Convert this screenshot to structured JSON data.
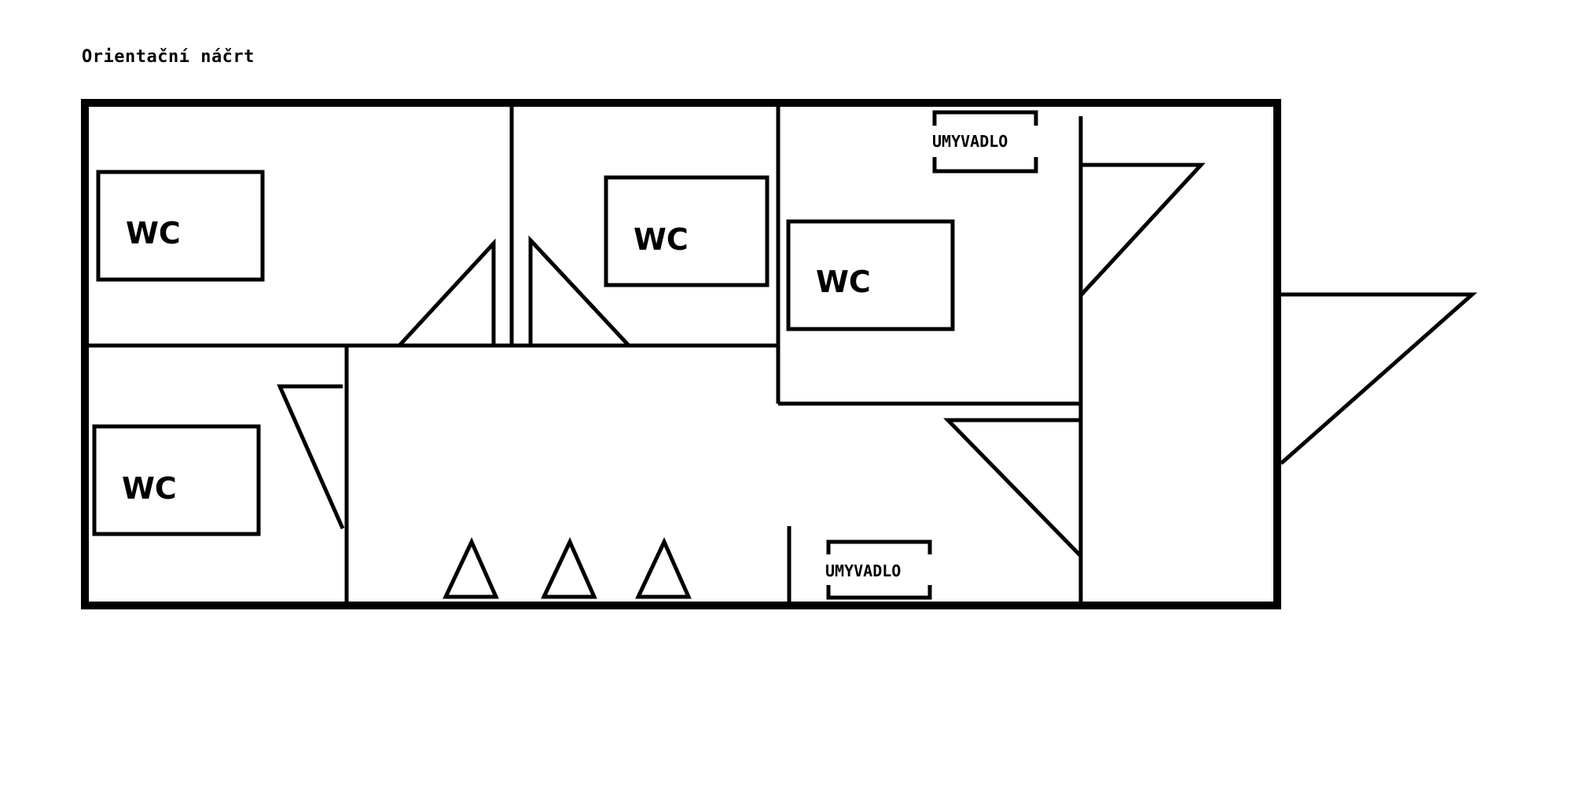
{
  "caption": "Orientační náčrt",
  "labels": {
    "wc_1": "WC",
    "wc_2": "WC",
    "wc_3": "WC",
    "wc_4": "WC",
    "sink_1": "UMYVADLO",
    "sink_2": "UMYVADLO"
  },
  "colors": {
    "line": "#000000",
    "background": "#ffffff"
  }
}
